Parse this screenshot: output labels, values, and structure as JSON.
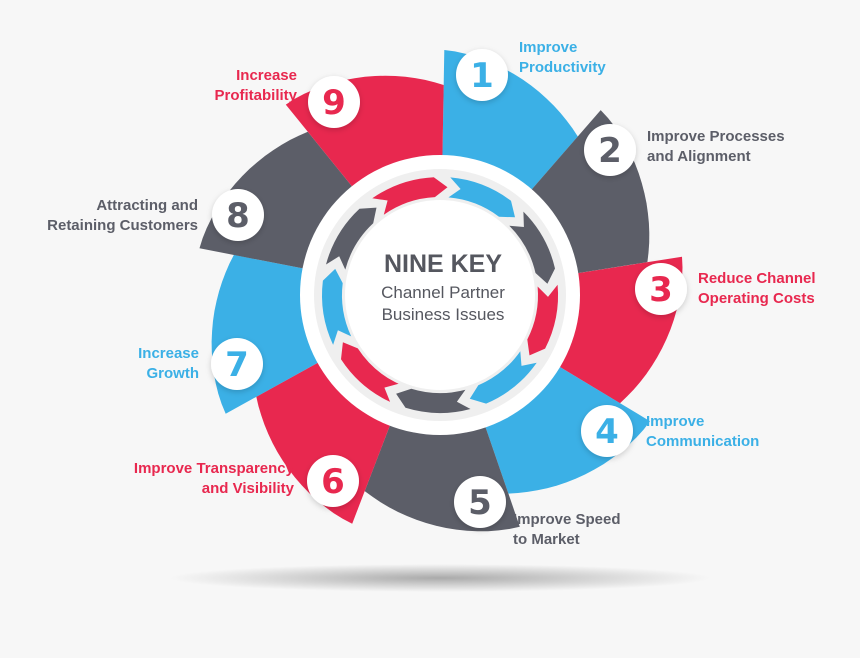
{
  "center": {
    "title": "NINE KEY",
    "line1": "Channel Partner",
    "line2": "Business Issues"
  },
  "colors": {
    "red": "#e8284f",
    "blue": "#3bb0e6",
    "gray": "#5c5e68",
    "background": "#f7f7f7"
  },
  "items": [
    {
      "number": "1",
      "line1": "Improve",
      "line2": "Productivity",
      "color": "blue"
    },
    {
      "number": "2",
      "line1": "Improve Processes",
      "line2": "and Alignment",
      "color": "gray"
    },
    {
      "number": "3",
      "line1": "Reduce Channel",
      "line2": "Operating Costs",
      "color": "red"
    },
    {
      "number": "4",
      "line1": "Improve",
      "line2": "Communication",
      "color": "blue"
    },
    {
      "number": "5",
      "line1": "Improve Speed",
      "line2": "to Market",
      "color": "gray"
    },
    {
      "number": "6",
      "line1": "Improve Transparency",
      "line2": "and Visibility",
      "color": "red"
    },
    {
      "number": "7",
      "line1": "Increase",
      "line2": "Growth",
      "color": "blue"
    },
    {
      "number": "8",
      "line1": "Attracting and",
      "line2": "Retaining Customers",
      "color": "gray"
    },
    {
      "number": "9",
      "line1": "Increase",
      "line2": "Profitability",
      "color": "red"
    }
  ]
}
